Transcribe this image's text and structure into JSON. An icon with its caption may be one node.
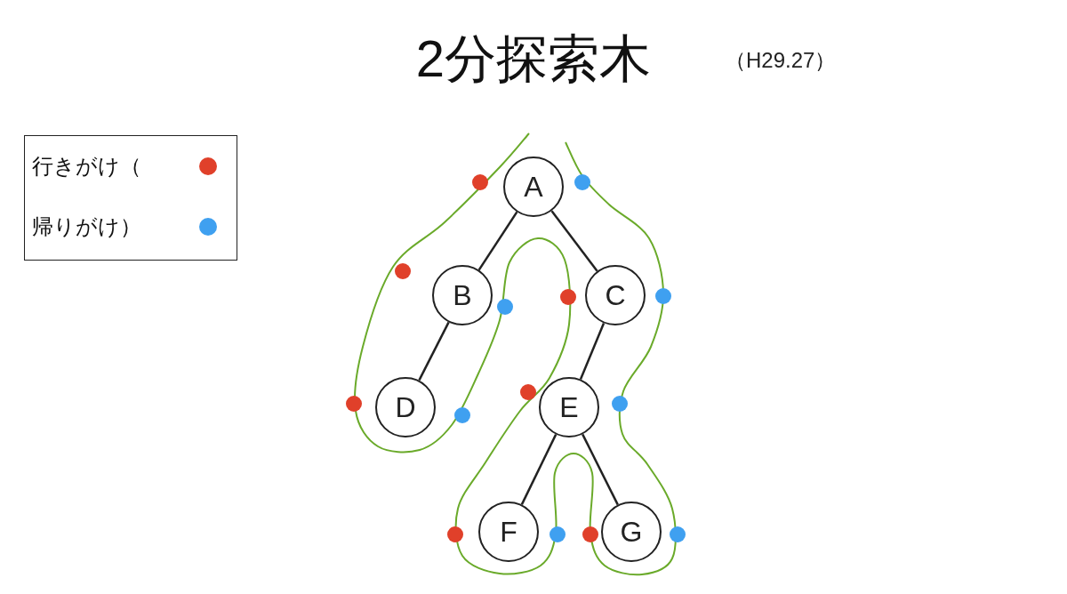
{
  "diagram": {
    "title": "2分探索木",
    "nodes": [
      {
        "text": [
          "A"
        ]
      },
      {
        "text": [
          "B"
        ]
      },
      {
        "text": [
          "C"
        ]
      },
      {
        "text": [
          "D"
        ]
      },
      {
        "text": [
          "E"
        ]
      },
      {
        "text": [
          "F"
        ]
      },
      {
        "text": [
          "G"
        ]
      }
    ],
    "edges": [
      {
        "from": 0,
        "to": 1,
        "arrow": "none"
      },
      {
        "from": 0,
        "to": 2,
        "arrow": "none"
      },
      {
        "from": 1,
        "to": 3,
        "arrow": "none"
      },
      {
        "from": 2,
        "to": 4,
        "arrow": "none"
      },
      {
        "from": 4,
        "to": 5,
        "arrow": "none"
      },
      {
        "from": 4,
        "to": 6,
        "arrow": "none"
      }
    ],
    "labels": [
      "（H29.27）"
    ],
    "legend": [
      {
        "text": "行きがけ（",
        "color": "#e0402a"
      },
      {
        "text": "帰りがけ）",
        "color": "#3fa0f0"
      }
    ]
  }
}
